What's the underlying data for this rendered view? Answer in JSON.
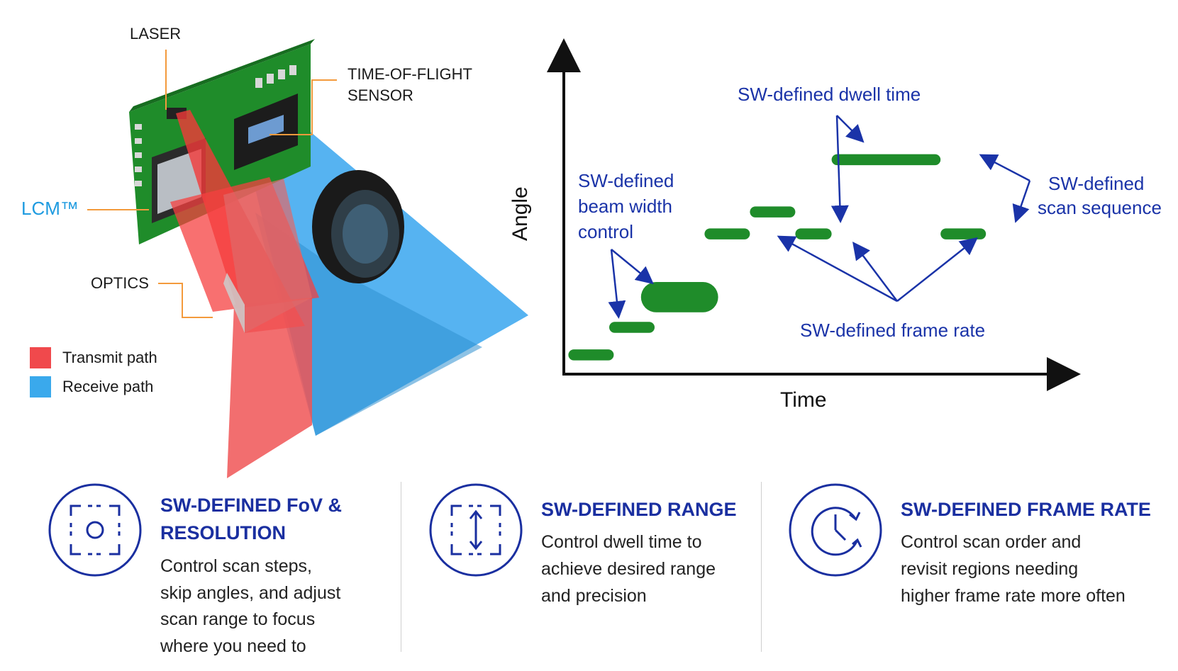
{
  "hardware": {
    "laser_label": "LASER",
    "tof_label_line1": "TIME-OF-FLIGHT",
    "tof_label_line2": "SENSOR",
    "lcm_label": "LCM™",
    "optics_label": "OPTICS",
    "legend": [
      {
        "label": "Transmit path",
        "color": "#f0494c"
      },
      {
        "label": "Receive path",
        "color": "#3aa9ec"
      }
    ],
    "colors": {
      "pcb": "#1f8c2a",
      "transmit": "#f23a3a",
      "receive": "#38a6ee",
      "accent_line": "#f39a3c",
      "lcm_text": "#1e9be0"
    }
  },
  "chart": {
    "y_label": "Angle",
    "x_label": "Time",
    "annotations": {
      "dwell": "SW-defined dwell time",
      "beam_line1": "SW-defined",
      "beam_line2": "beam width",
      "beam_line3": "control",
      "scan_line1": "SW-defined",
      "scan_line2": "scan sequence",
      "frame": "SW-defined frame rate"
    },
    "colors": {
      "bar": "#1f8c2a",
      "annotation": "#1a33a8",
      "axis": "#111111"
    }
  },
  "chart_data": {
    "type": "scatter",
    "title": "",
    "xlabel": "Time",
    "ylabel": "Angle",
    "xlim": [
      0,
      100
    ],
    "ylim": [
      0,
      100
    ],
    "grid": false,
    "series": [
      {
        "segments": [
          {
            "start": 1,
            "end": 11,
            "angle": 7,
            "thickness": 4
          },
          {
            "start": 10,
            "end": 20,
            "angle": 17,
            "thickness": 4
          },
          {
            "start": 17,
            "end": 34,
            "angle": 28,
            "thickness": 11
          },
          {
            "start": 31,
            "end": 41,
            "angle": 51,
            "thickness": 4
          },
          {
            "start": 41,
            "end": 51,
            "angle": 59,
            "thickness": 4
          },
          {
            "start": 51,
            "end": 59,
            "angle": 51,
            "thickness": 4
          },
          {
            "start": 59,
            "end": 83,
            "angle": 78,
            "thickness": 4
          },
          {
            "start": 83,
            "end": 93,
            "angle": 51,
            "thickness": 4
          }
        ]
      }
    ]
  },
  "features": [
    {
      "title_lines": [
        "SW-DEFINED FoV &",
        "RESOLUTION"
      ],
      "desc_lines": [
        "Control scan steps,",
        "skip angles, and adjust",
        "scan range to focus",
        "where you need to"
      ],
      "icon": "focus-frame-icon"
    },
    {
      "title_lines": [
        "SW-DEFINED RANGE"
      ],
      "desc_lines": [
        "Control dwell time to",
        "achieve desired range",
        "and precision"
      ],
      "icon": "vertical-range-icon"
    },
    {
      "title_lines": [
        "SW-DEFINED FRAME RATE"
      ],
      "desc_lines": [
        "Control scan order and",
        "revisit regions needing",
        "higher frame rate more often"
      ],
      "icon": "clock-refresh-icon"
    }
  ],
  "icon_color": "#1a2fa0"
}
